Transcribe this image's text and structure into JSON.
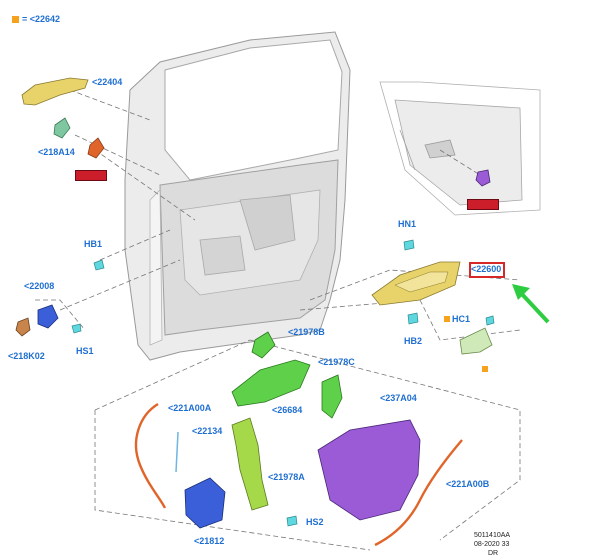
{
  "legend": {
    "marker_color": "#f5a21e",
    "text": "= <22642"
  },
  "callouts": {
    "c22404": "<22404",
    "c218A14": "<218A14",
    "c22008": "<22008",
    "c218K02": "<218K02",
    "cHB1": "HB1",
    "cHS1": "HS1",
    "cHN1": "HN1",
    "c22600": "<22600",
    "cHC1": "HC1",
    "cHB2": "HB2",
    "c21978B": "<21978B",
    "c21978C": "<21978C",
    "c26684": "<26684",
    "c221A00A": "<221A00A",
    "c22134": "<22134",
    "c237A04": "<237A04",
    "c21978A": "<21978A",
    "c221A00B": "<221A00B",
    "cHS2": "HS2",
    "c21812": "<21812"
  },
  "redacted_boxes": {
    "left": "",
    "right": ""
  },
  "footer": {
    "line1": "5011410AA",
    "line2": "08-2020 33",
    "line3": "DR"
  },
  "colors": {
    "callout_text": "#1f6fd1",
    "highlight_box": "#d62828",
    "arrow": "#2ecc40",
    "part_yellow": "#e8d26a",
    "part_green": "#5fd04a",
    "part_purple": "#9b5ad6",
    "part_orange": "#e0652a",
    "part_blue": "#3a5fd8",
    "part_cyan": "#5ed7df"
  }
}
